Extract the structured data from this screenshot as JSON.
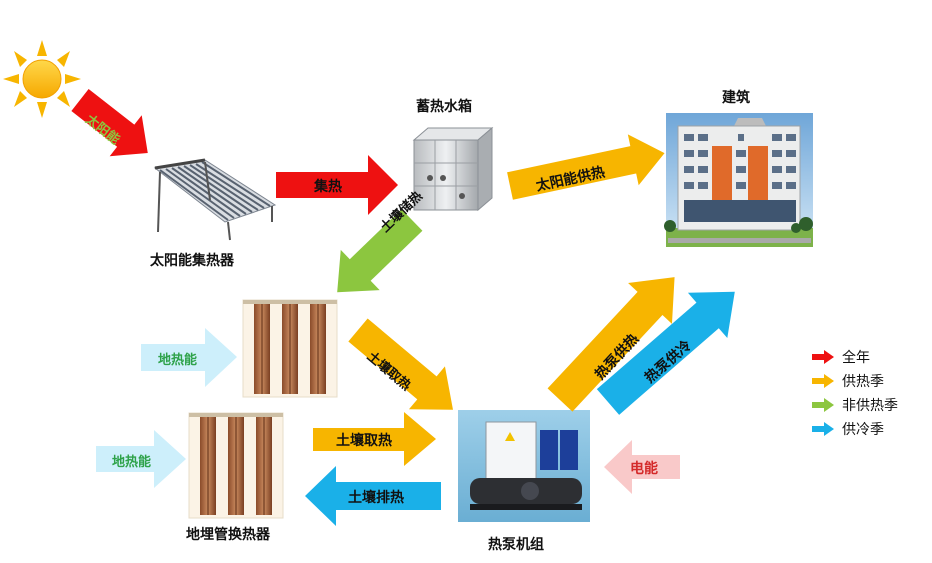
{
  "nodes": {
    "solar_collector": "太阳能集热器",
    "storage_tank": "蓄热水箱",
    "building": "建筑",
    "ground_exchanger": "地埋管换热器",
    "heat_pump": "热泵机组"
  },
  "arrows": {
    "solar_energy": "太阳能",
    "heat_collect": "集热",
    "solar_supply": "太阳能供热",
    "soil_store": "土壤储热",
    "soil_take_upper": "土壤取热",
    "soil_take_lower": "土壤取热",
    "soil_release": "土壤排热",
    "geothermal_upper": "地热能",
    "geothermal_lower": "地热能",
    "pump_heat": "热泵供热",
    "pump_cool": "热泵供冷",
    "electricity": "电能"
  },
  "legend": [
    {
      "label": "全年",
      "color": "#ee1111"
    },
    {
      "label": "供热季",
      "color": "#f7b500"
    },
    {
      "label": "非供热季",
      "color": "#8cc63f"
    },
    {
      "label": "供冷季",
      "color": "#1ab0e8"
    }
  ],
  "colors": {
    "red": "#ee1111",
    "orange": "#f7b500",
    "green": "#8cc63f",
    "blue": "#1ab0e8",
    "light_blue": "#cdeffb",
    "pink": "#f9c9c9"
  }
}
